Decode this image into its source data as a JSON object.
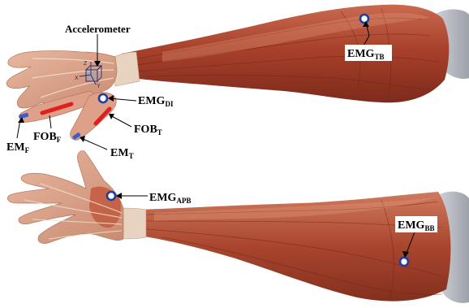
{
  "labels": {
    "accelerometer": "Accelerometer",
    "emg_tb": {
      "base": "EMG",
      "sub": "TB"
    },
    "emg_di": {
      "base": "EMG",
      "sub": "DI"
    },
    "fob_t": {
      "base": "FOB",
      "sub": "T"
    },
    "fob_f": {
      "base": "FOB",
      "sub": "F"
    },
    "em_f": {
      "base": "EM",
      "sub": "F"
    },
    "em_t": {
      "base": "EM",
      "sub": "T"
    },
    "emg_apb": {
      "base": "EMG",
      "sub": "APB"
    },
    "emg_bb": {
      "base": "EMG",
      "sub": "BB"
    }
  },
  "axes": {
    "x": "X",
    "y": "Y",
    "z": "Z"
  },
  "colors": {
    "muscle_dark": "#8c2e1f",
    "muscle_mid": "#b8533c",
    "muscle_light": "#d98a6e",
    "skin": "#e0a88f",
    "tendon": "#ecd6c4",
    "bone_gray": "#b8bcc4",
    "electrode_ring": "#1f3f9e",
    "fob_red": "#e02020",
    "em_blue": "#3c5cc8"
  }
}
